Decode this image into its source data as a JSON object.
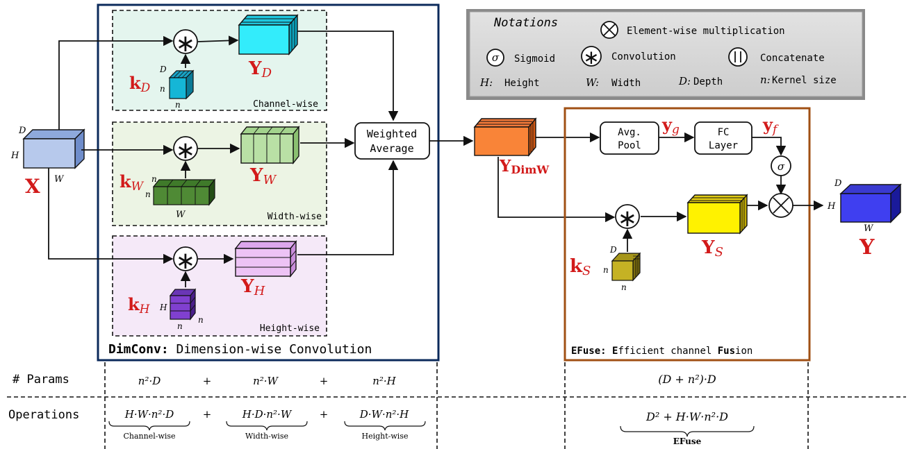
{
  "notations": {
    "title": "Notations",
    "elementwise": "Element-wise multiplication",
    "sigmoid_sym": "σ",
    "sigmoid": "Sigmoid",
    "convolution": "Convolution",
    "concatenate": "Concatenate",
    "height_key": "H:",
    "height": "Height",
    "width_key": "W:",
    "width": "Width",
    "depth_key": "D:",
    "depth": "Depth",
    "kernel_key": "n:",
    "kernel": "Kernel size"
  },
  "input": {
    "label": "X",
    "d": "D",
    "h": "H",
    "w": "W"
  },
  "dimconv": {
    "title_bold": "DimConv:",
    "title_rest": " Dimension-wise Convolution",
    "channel": {
      "caption": "Channel-wise",
      "out": "Y",
      "out_sub": "D",
      "kernel": "k",
      "kernel_sub": "D",
      "dim_top": "D",
      "dim_left": "n",
      "dim_bottom": "n"
    },
    "width": {
      "caption": "Width-wise",
      "out": "Y",
      "out_sub": "W",
      "kernel": "k",
      "kernel_sub": "W",
      "dim_top": "n",
      "dim_left": "n",
      "dim_bottom": "W"
    },
    "height": {
      "caption": "Height-wise",
      "out": "Y",
      "out_sub": "H",
      "kernel": "k",
      "kernel_sub": "H",
      "dim_left": "H",
      "dim_bottom": "n",
      "dim_right": "n"
    },
    "weighted_average": [
      "Weighted",
      "Average"
    ]
  },
  "ydimw": {
    "label": "Y",
    "sub": "DimW"
  },
  "efuse": {
    "title_b1": "EFuse:",
    "title_b2": "E",
    "title_r1": "fficient channel ",
    "title_b3": "Fus",
    "title_r2": "ion",
    "avgpool": [
      "Avg.",
      "Pool"
    ],
    "fc": [
      "FC",
      "Layer"
    ],
    "yg": "y",
    "yg_sub": "g",
    "yf": "y",
    "yf_sub": "f",
    "ys": "Y",
    "ys_sub": "S",
    "ks": "k",
    "ks_sub": "S",
    "ks_dims": {
      "top": "D",
      "left": "n",
      "bottom": "n"
    },
    "sigma": "σ"
  },
  "output": {
    "label": "Y",
    "d": "D",
    "h": "H",
    "w": "W"
  },
  "table": {
    "params_label": "# Params",
    "ops_label": "Operations",
    "params": [
      "n²·D",
      "+",
      "n²·W",
      "+",
      "n²·H"
    ],
    "ops": [
      "H·W·n²·D",
      "+",
      "H·D·n²·W",
      "+",
      "D·W·n²·H"
    ],
    "ops_captions": [
      "Channel-wise",
      "Width-wise",
      "Height-wise"
    ],
    "efuse_params": "(D + n²)·D",
    "efuse_ops": "D² + H·W·n²·D",
    "efuse_caption": "EFuse"
  },
  "colors": {
    "dimconv_border": "#0b2a5b",
    "efuse_border": "#a05014",
    "channel_bg": "#e4f5ee",
    "width_bg": "#ecf4e4",
    "height_bg": "#f5e9f8",
    "label_red": "#d21a1a"
  }
}
